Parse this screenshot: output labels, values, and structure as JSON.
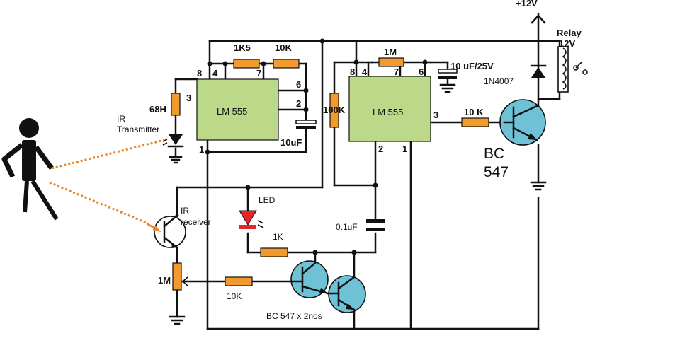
{
  "supply": {
    "label": "+12V"
  },
  "relay": {
    "label_line1": "Relay",
    "label_line2": "12V",
    "diode": "1N4007"
  },
  "ic1": {
    "name": "LM 555",
    "pin8": "8",
    "pin4": "4",
    "pin7": "7",
    "pin6": "6",
    "pin2": "2",
    "pin3": "3",
    "pin1": "1"
  },
  "ic2": {
    "name": "LM 555",
    "pin8": "8",
    "pin4": "4",
    "pin7": "7",
    "pin6": "6",
    "pin2": "2",
    "pin3": "3",
    "pin1": "1"
  },
  "resistors": {
    "r_1k5": "1K5",
    "r_10k_top": "10K",
    "r_1m_top": "1M",
    "r_100k": "100K",
    "r_10k_base": "10 K",
    "r_68h": "68H",
    "r_1k_led": "1K",
    "r_10k_lower": "10K",
    "pot_1m": "1M"
  },
  "capacitors": {
    "c_10uf_25v": "10 uF/25V",
    "c_10uf": "10uF",
    "c_0_1uf": "0.1uF"
  },
  "labels": {
    "ir_transmitter_1": "IR",
    "ir_transmitter_2": "Transmitter",
    "ir_receiver_1": "IR",
    "ir_receiver_2": "receiver",
    "led": "LED",
    "bc547_line1": "BC",
    "bc547_line2": "547",
    "darlington": "BC 547 x 2nos"
  },
  "colors": {
    "resistor": "#f29a2e",
    "ic": "#bcd98a",
    "transistor": "#6fc2d6",
    "ir_beam": "#e8862a",
    "led": "#e8242a"
  }
}
